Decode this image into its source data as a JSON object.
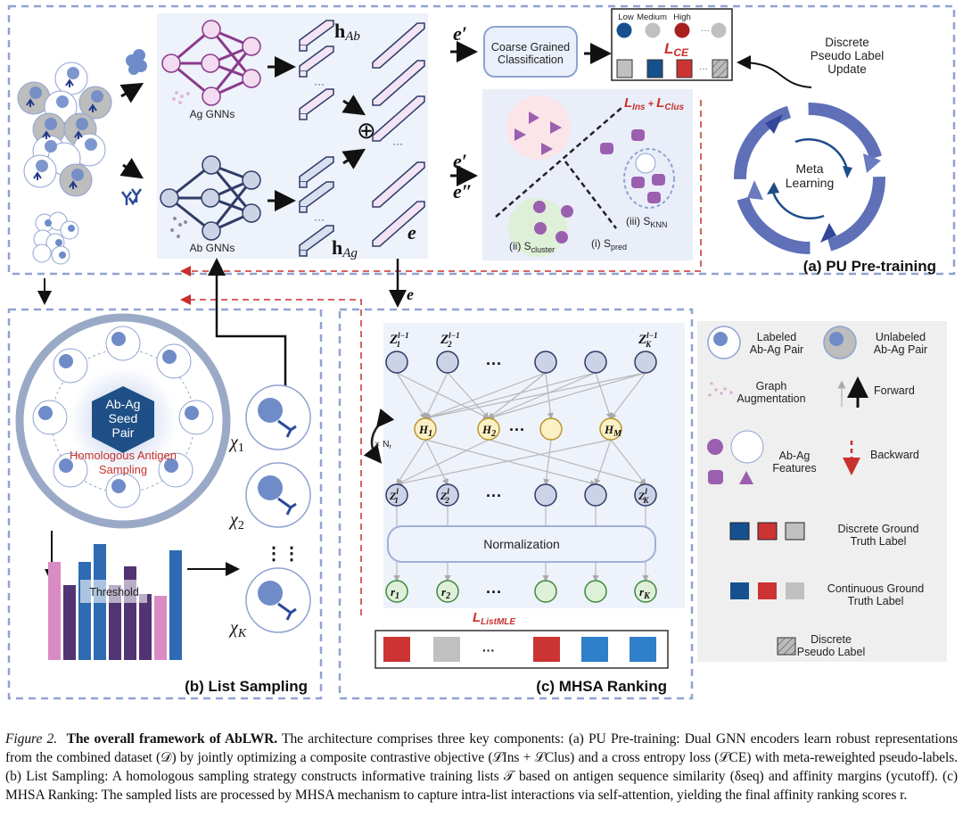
{
  "panels": {
    "pu_pretraining": {
      "title": "(a) PU Pre-training",
      "ag_gnn_label": "Ag GNNs",
      "ab_gnn_label": "Ab GNNs",
      "h_ab": "h",
      "h_ab_sub": "Ab",
      "h_ag": "h",
      "h_ag_sub": "Ag",
      "concat_symbol": "⊕",
      "ellipsis": "···",
      "e_label": "e",
      "e_prime": "e′",
      "e_double_prime": "e″",
      "coarse_box": [
        "Coarse Grained",
        "Classification"
      ],
      "class_labels": [
        "Low",
        "Medium",
        "High"
      ],
      "loss_ce": "L",
      "loss_ce_sub": "CE",
      "loss_contrastive": [
        "L",
        "Ins",
        " + ",
        "L",
        "Clus"
      ],
      "pseudo_update": [
        "Discrete",
        "Pseudo Label",
        "Update"
      ],
      "meta": [
        "Meta",
        "Learning"
      ],
      "s_cluster": [
        "(ii) S",
        "cluster"
      ],
      "s_pred": [
        "(i) S",
        "pred"
      ],
      "s_knn": [
        "(iii) S",
        "KNN"
      ]
    },
    "list_sampling": {
      "title": "(b) List Sampling",
      "seed": [
        "Ab-Ag",
        "Seed",
        "Pair"
      ],
      "homologous": [
        "Homologous Antigen",
        "Sampling"
      ],
      "threshold": "Threshold",
      "chi": [
        "χ",
        "1",
        "χ",
        "2",
        "χ",
        "K"
      ],
      "ellipsis": "⋮⋮"
    },
    "mhsa_ranking": {
      "title": "(c) MHSA Ranking",
      "z_top": [
        "Z",
        "1",
        "l−1",
        "Z",
        "2",
        "l−1",
        "Z",
        "K",
        "l−1"
      ],
      "heads": [
        "H",
        "1",
        "H",
        "2",
        "H",
        "M"
      ],
      "z_bottom": [
        "Z",
        "1",
        "l",
        "Z",
        "2",
        "l",
        "Z",
        "K",
        "l"
      ],
      "repeat": "× N",
      "repeat_sub": "r",
      "normalization": "Normalization",
      "r": [
        "r",
        "1",
        "r",
        "2",
        "r",
        "K"
      ],
      "dots": "···",
      "loss": "L",
      "loss_sub": "ListMLE",
      "input_e": "e"
    }
  },
  "legend": {
    "labeled": [
      "Labeled",
      "Ab-Ag Pair"
    ],
    "unlabeled": [
      "Unlabeled",
      "Ab-Ag Pair"
    ],
    "graph_aug": [
      "Graph",
      "Augmentation"
    ],
    "forward": "Forward",
    "features": [
      "Ab-Ag",
      "Features"
    ],
    "backward": "Backward",
    "discrete_gt": [
      "Discrete Ground",
      "Truth Label"
    ],
    "continuous_gt": [
      "Continuous Ground",
      "Truth Label"
    ],
    "pseudo": [
      "Discrete",
      "Pseudo Label"
    ]
  },
  "colors": {
    "panel_border": "#8fa3d1",
    "panel_bg": "#eef2fb",
    "ag_pink": "#f3dcf2",
    "ag_stroke": "#8a3a8a",
    "ab_node": "#ccd3e6",
    "ab_stroke": "#2f3c66",
    "loss_red": "#c8302c",
    "blue": "#17508f",
    "red": "#cc3333",
    "grey": "#c0c0c0",
    "purple": "#9b5fb0",
    "head_yellow": "#fbf1c4",
    "r_green": "#dff0d8",
    "legend_bg": "#efefef",
    "bar_pink": "#d98cc4",
    "bar_purple": "#523473",
    "bar_blue": "#2e6bb3"
  },
  "caption": {
    "figure": "Figure 2.",
    "title": "The overall framework of AbLWR.",
    "text": " The architecture comprises three key components: (a) PU Pre-training: Dual GNN encoders learn robust representations from the combined dataset (𝒟) by jointly optimizing a composite contrastive objective (ℒIns + ℒClus) and a cross entropy loss (ℒCE) with meta-reweighted pseudo-labels. (b) List Sampling: A homologous sampling strategy constructs informative training lists 𝒯 based on antigen sequence similarity (δseq) and affinity margins (ycutoff). (c) MHSA Ranking: The sampled lists are processed by MHSA mechanism to capture intra-list interactions via self-attention, yielding the final affinity ranking scores r."
  }
}
